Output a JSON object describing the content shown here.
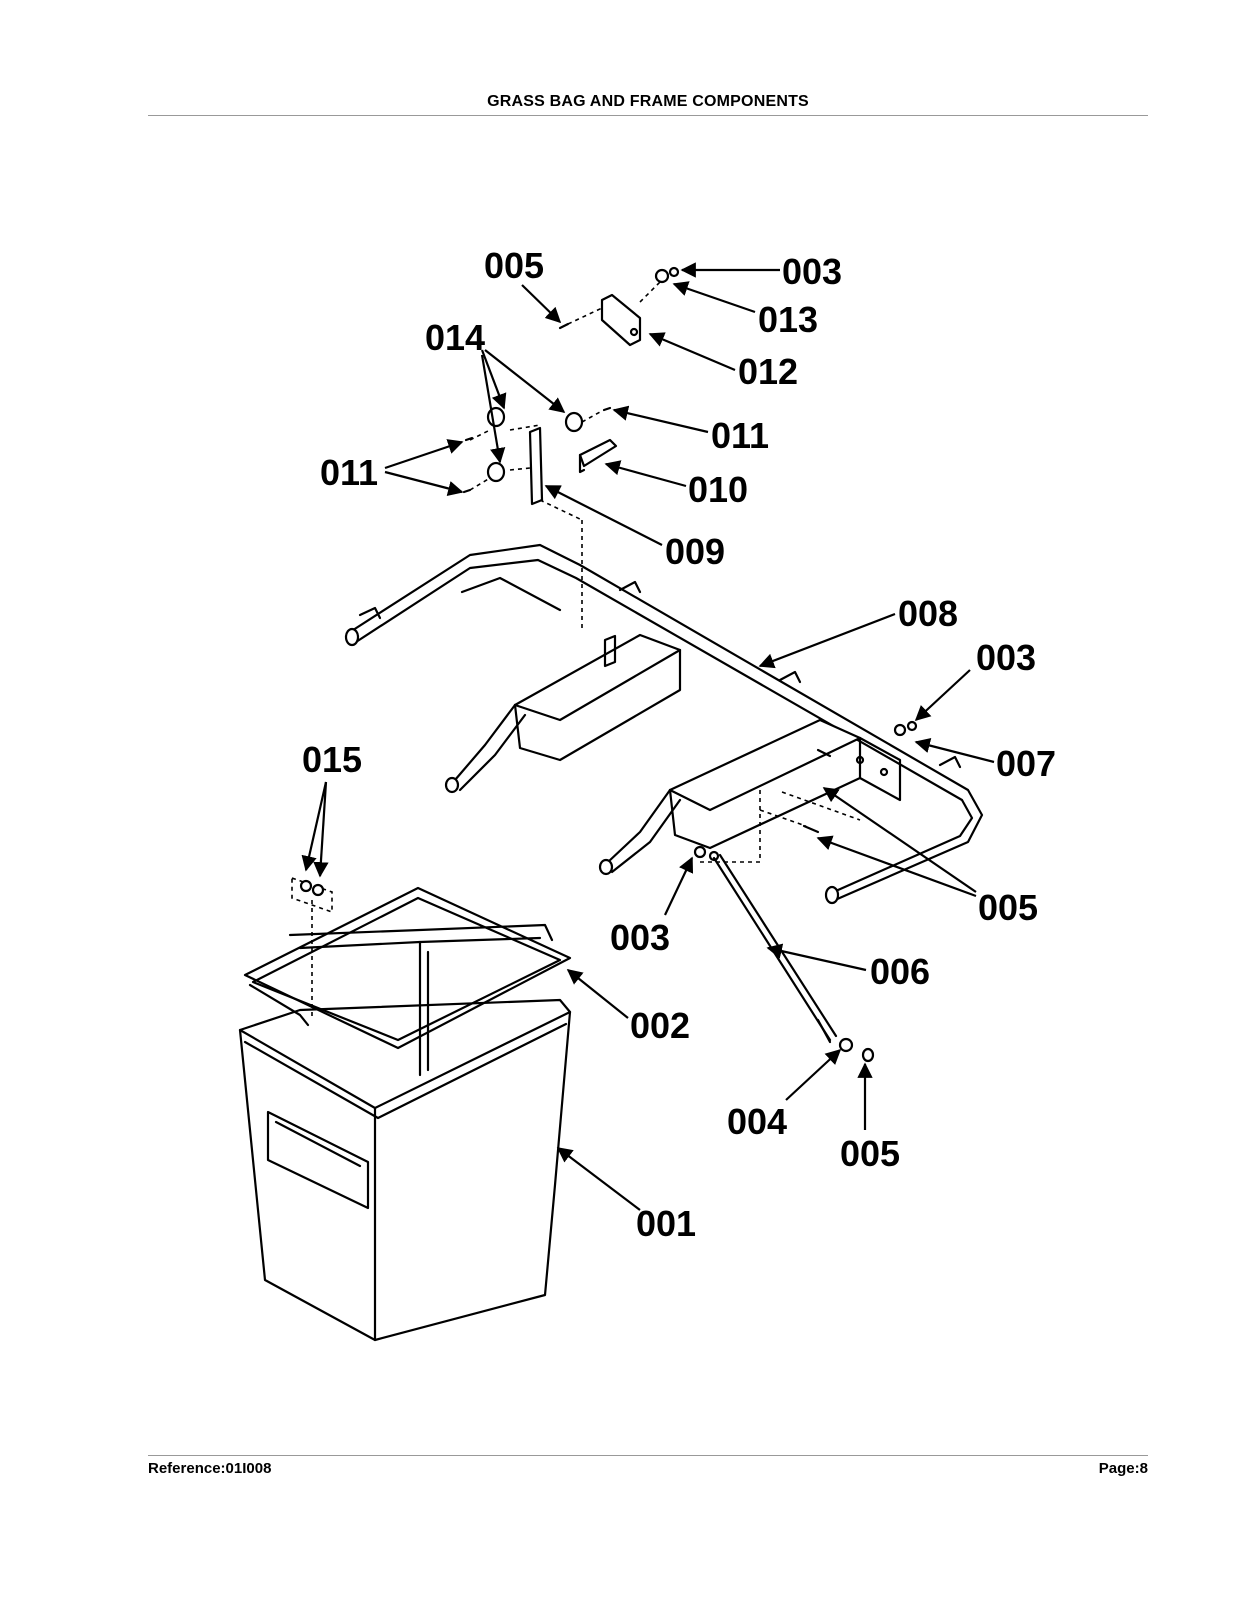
{
  "header": {
    "title": "GRASS BAG AND FRAME COMPONENTS"
  },
  "footer": {
    "reference": "Reference:01I008",
    "page": "Page:8"
  },
  "callouts": {
    "c005_top": "005",
    "c003_top": "003",
    "c013": "013",
    "c014": "014",
    "c012": "012",
    "c011_right": "011",
    "c011_left": "011",
    "c010": "010",
    "c009": "009",
    "c008": "008",
    "c003_right": "003",
    "c007": "007",
    "c015": "015",
    "c005_right": "005",
    "c003_mid": "003",
    "c006": "006",
    "c002": "002",
    "c004": "004",
    "c005_bottom": "005",
    "c001": "001"
  }
}
